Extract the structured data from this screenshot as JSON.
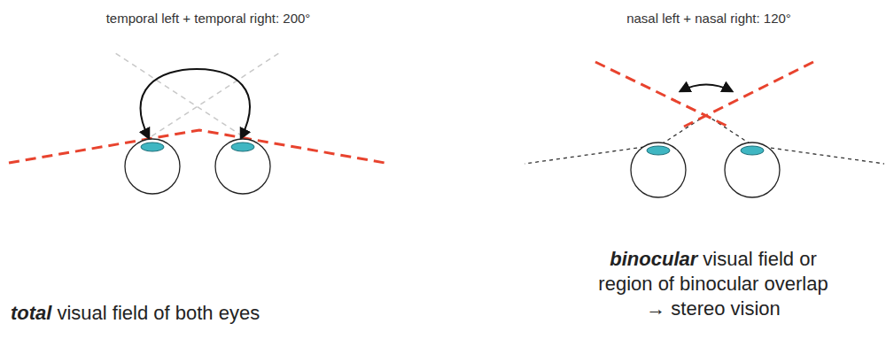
{
  "diagram": {
    "labels": [
      "temporal left + temporal right: 200°",
      "nasal left + nasal right: 120°",
      "total",
      "visual field of both eyes",
      "binocular",
      "visual field or",
      "region of binocular overlap",
      "→ stereo vision"
    ]
  }
}
